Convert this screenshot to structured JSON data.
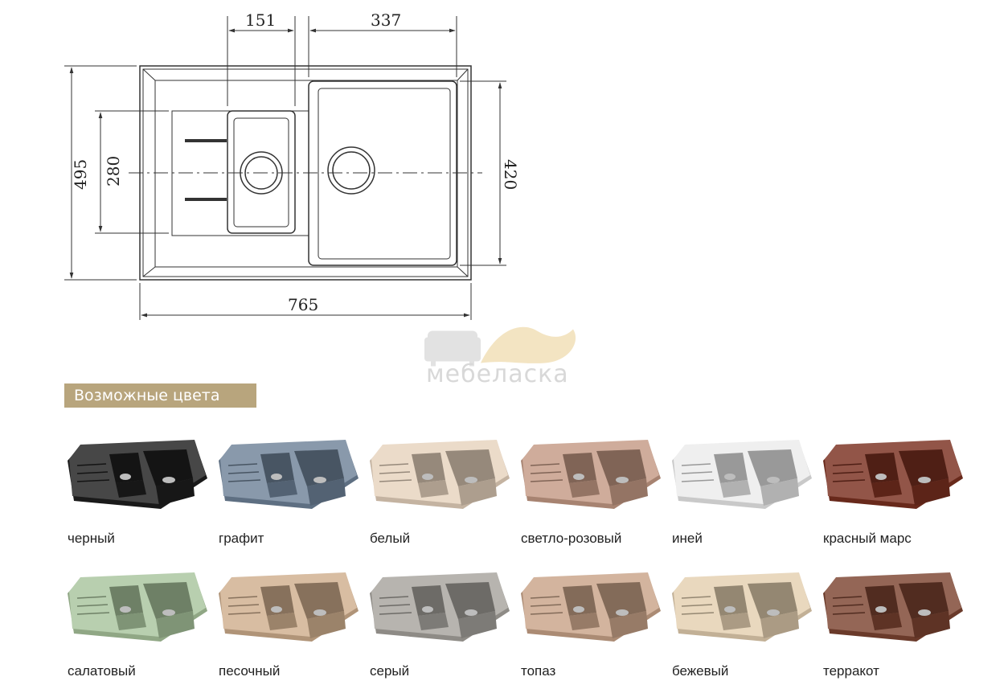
{
  "drawing": {
    "dimensions": {
      "small_bowl_width": "151",
      "large_bowl_width": "337",
      "total_depth": "495",
      "small_bowl_depth": "280",
      "large_bowl_depth": "420",
      "total_width": "765"
    }
  },
  "watermark": {
    "text": "мебеласка"
  },
  "colors_section": {
    "title": "Возможные цвета"
  },
  "swatches": [
    {
      "label": "черный",
      "color": "#1e1e1e"
    },
    {
      "label": "графит",
      "color": "#6f8399"
    },
    {
      "label": "белый",
      "color": "#e6d3bd"
    },
    {
      "label": "светло-розовый",
      "color": "#c59a85"
    },
    {
      "label": "иней",
      "color": "#ececec"
    },
    {
      "label": "красный марс",
      "color": "#7a3020"
    },
    {
      "label": "салатовый",
      "color": "#a9c59d"
    },
    {
      "label": "песочный",
      "color": "#cfae8d"
    },
    {
      "label": "серый",
      "color": "#a7a49e"
    },
    {
      "label": "топаз",
      "color": "#c9a489"
    },
    {
      "label": "бежевый",
      "color": "#e4cfb0"
    },
    {
      "label": "терракот",
      "color": "#7d4431"
    }
  ]
}
